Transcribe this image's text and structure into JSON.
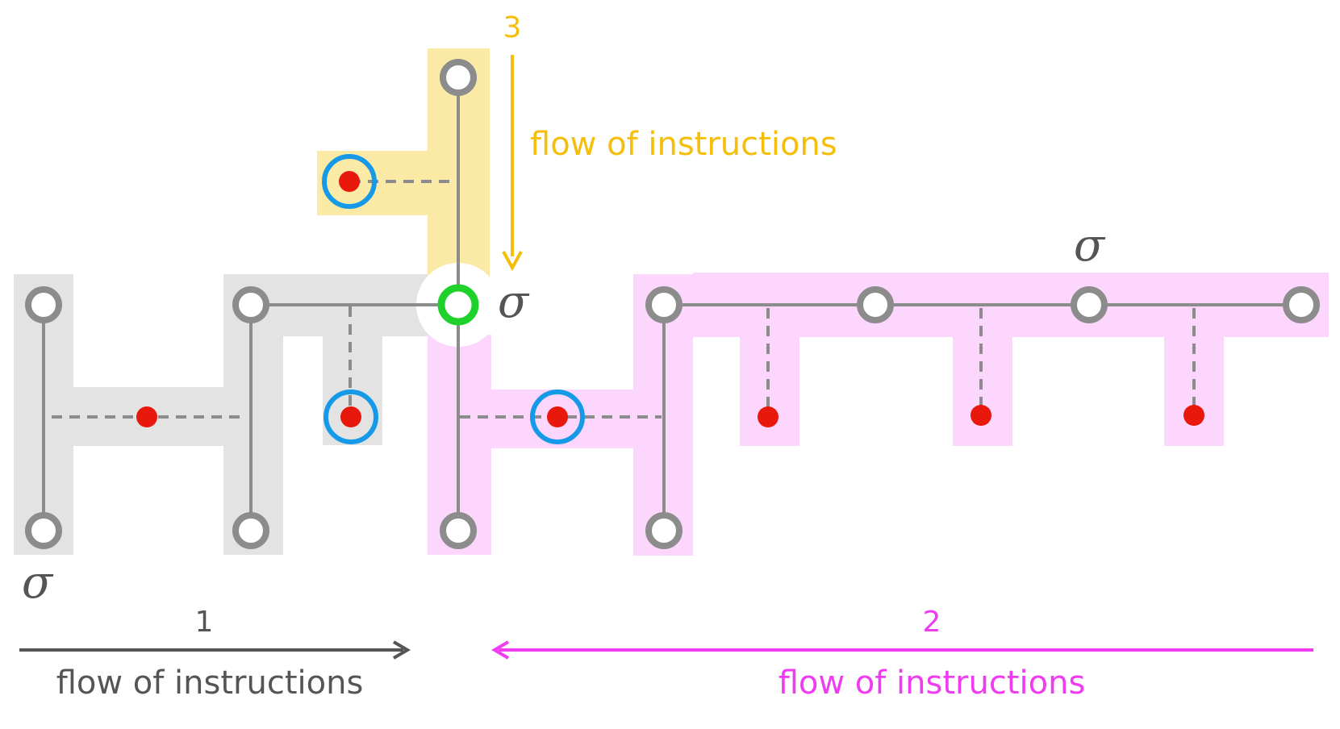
{
  "colors": {
    "gray_fill": "#e3e3e3",
    "pink_fill": "#fcd6fc",
    "yellow_fill": "#fbeaa6",
    "node_stroke": "#8c8c8c",
    "wire": "#8c8c8c",
    "red_dot": "#e8180c",
    "blue_ring": "#169ae8",
    "green_node": "#1fd12a",
    "flow1": "#555555",
    "flow2": "#f03cf0",
    "flow3": "#f5be0a"
  },
  "labels": {
    "sigma_left": "σ",
    "sigma_center": "σ",
    "sigma_right": "σ",
    "flow1_number": "1",
    "flow1_text": "flow of instructions",
    "flow2_number": "2",
    "flow2_text": "flow of instructions",
    "flow3_number": "3",
    "flow3_text": "flow of instructions"
  }
}
